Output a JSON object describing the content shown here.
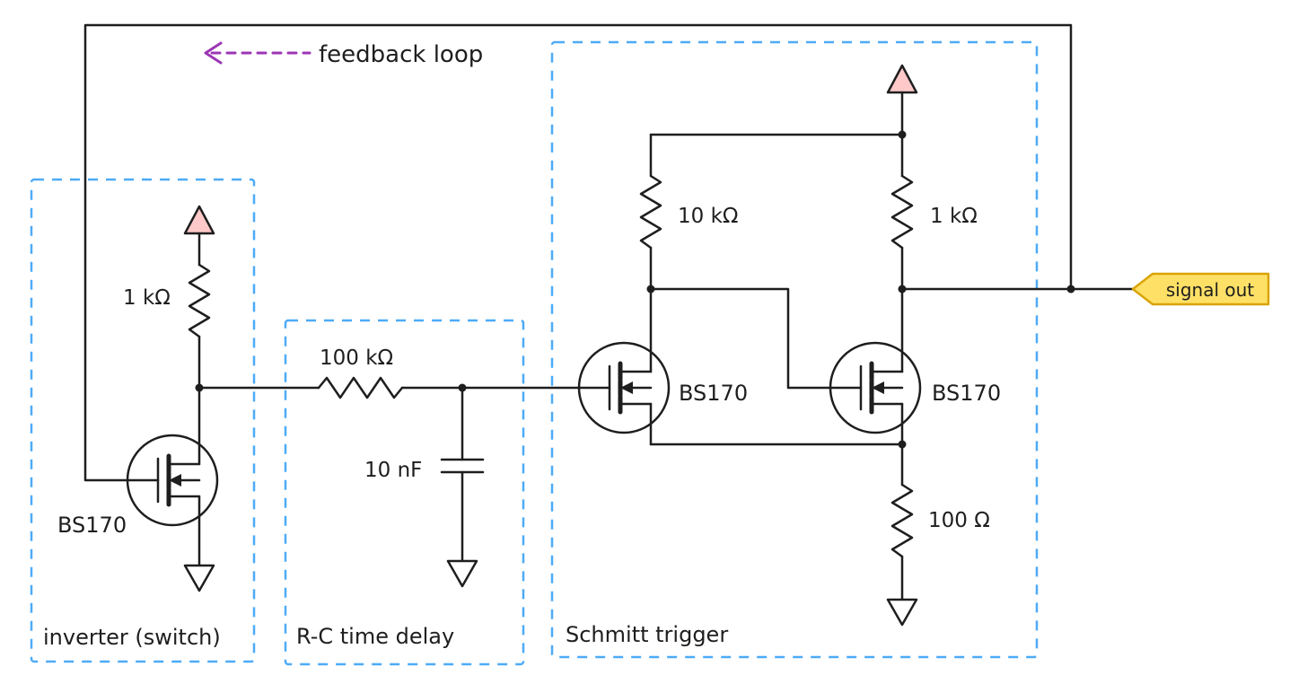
{
  "diagram": {
    "type": "circuit-schematic",
    "annotations": {
      "feedback_label": "feedback loop",
      "signal_out_label": "signal out"
    },
    "blocks": {
      "inverter": {
        "caption": "inverter (switch)",
        "resistor_r1": "1 kΩ",
        "transistor_q1": "BS170"
      },
      "rc_delay": {
        "caption": "R-C time delay",
        "resistor_r2": "100 kΩ",
        "capacitor_c1": "10 nF"
      },
      "schmitt": {
        "caption": "Schmitt trigger",
        "resistor_r3": "10 kΩ",
        "resistor_r4": "1 kΩ",
        "resistor_r5": "100 Ω",
        "transistor_q2": "BS170",
        "transistor_q3": "BS170"
      }
    },
    "colors": {
      "wire": "#1e1e1e",
      "block_border": "#4dabf7",
      "feedback_arrow": "#9c36b5",
      "vcc_fill": "#ffc9c9",
      "ground_fill": "#ffffff",
      "signal_flag_fill": "#ffe066",
      "signal_flag_stroke": "#d9a404",
      "text": "#1e1e1e"
    }
  }
}
